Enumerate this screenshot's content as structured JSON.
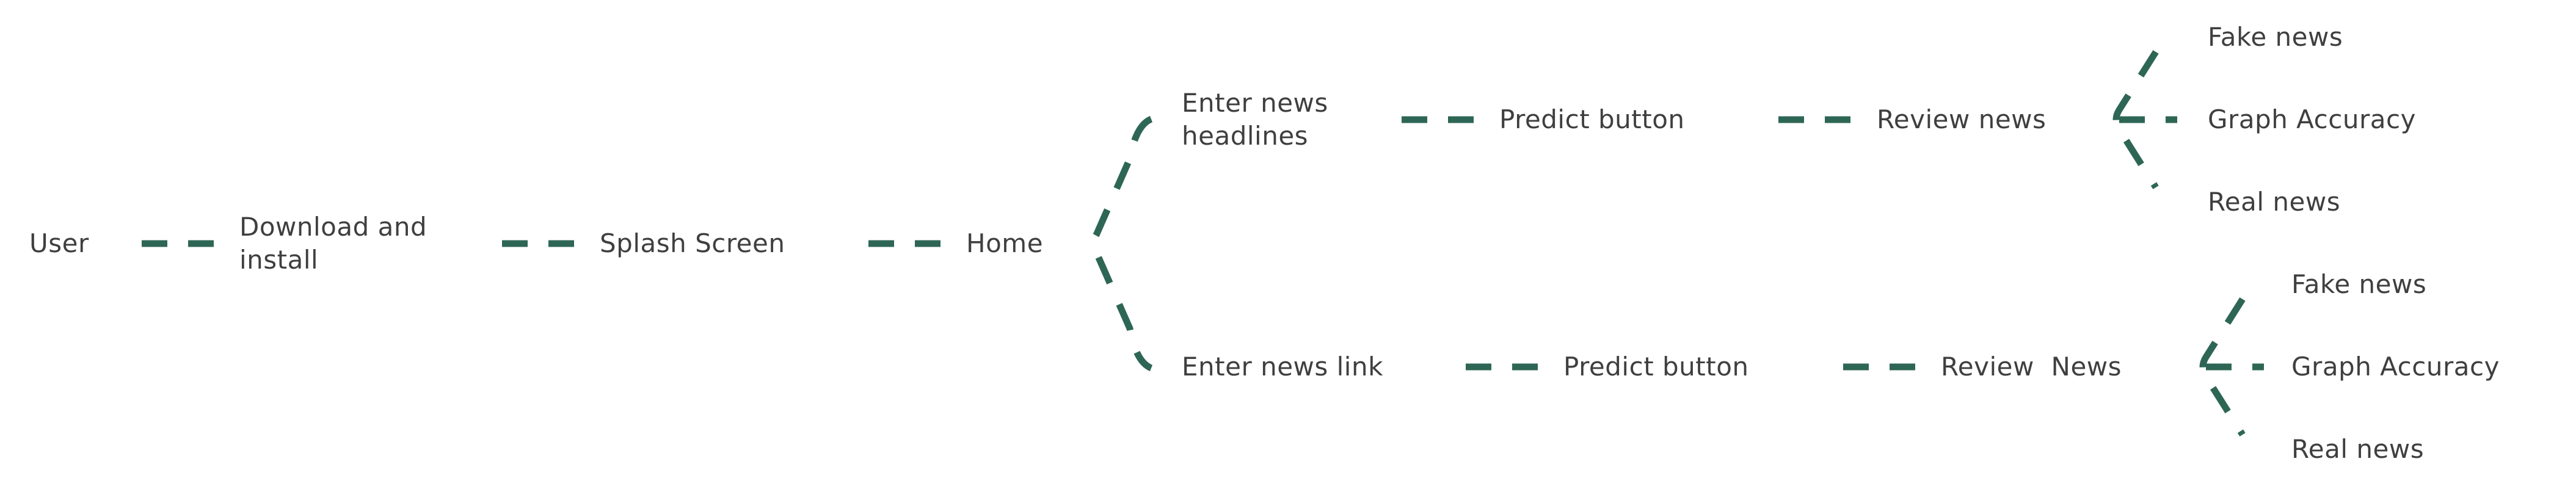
{
  "theme": {
    "edge_color": "#2e6655",
    "text_color": "#3f3f3f",
    "background": "#ffffff"
  },
  "nodes": {
    "user": "User",
    "download": {
      "line1": "Download and",
      "line2": "install"
    },
    "splash": "Splash Screen",
    "home": "Home",
    "enter_headlines": {
      "line1": "Enter news",
      "line2": "headlines"
    },
    "predict_top": "Predict button",
    "review_top": "Review news",
    "fake_top": "Fake news",
    "graph_top": "Graph Accuracy",
    "real_top": "Real news",
    "enter_link": "Enter news link",
    "predict_bottom": "Predict button",
    "review_bottom": "Review  News",
    "fake_bottom": "Fake news",
    "graph_bottom": "Graph Accuracy",
    "real_bottom": "Real news"
  }
}
